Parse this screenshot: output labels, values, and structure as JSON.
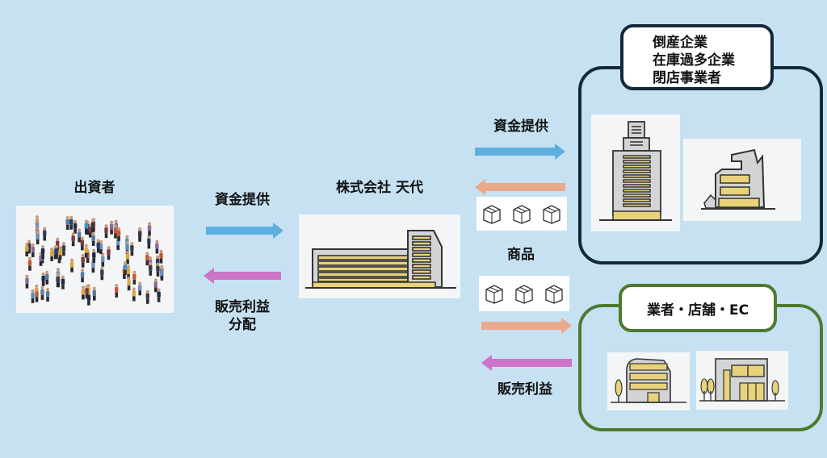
{
  "investor": {
    "label": "出資者",
    "image": "crowd-of-people-illustration"
  },
  "company": {
    "label": "株式会社 天代",
    "image": "company-building-illustration"
  },
  "left_flow": {
    "funding_label": "資金提供",
    "profit_label_line1": "販売利益",
    "profit_label_line2": "分配"
  },
  "right_top_flow": {
    "funding_label": "資金提供"
  },
  "goods": {
    "label": "商品"
  },
  "right_bottom_flow": {
    "profit_label": "販売利益"
  },
  "suppliers": {
    "lines": [
      "倒産企業",
      "在庫過多企業",
      "閉店事業者"
    ],
    "border_color": "#14283a"
  },
  "buyers": {
    "label": "業者・店舗・EC",
    "border_color": "#4e7a2f"
  },
  "colors": {
    "background": "#c6e2f2",
    "funding_arrow": "#5eaedf",
    "goods_arrow": "#eaa98a",
    "profit_arrow": "#cc74c8",
    "building_yellow": "#e8d27a"
  }
}
